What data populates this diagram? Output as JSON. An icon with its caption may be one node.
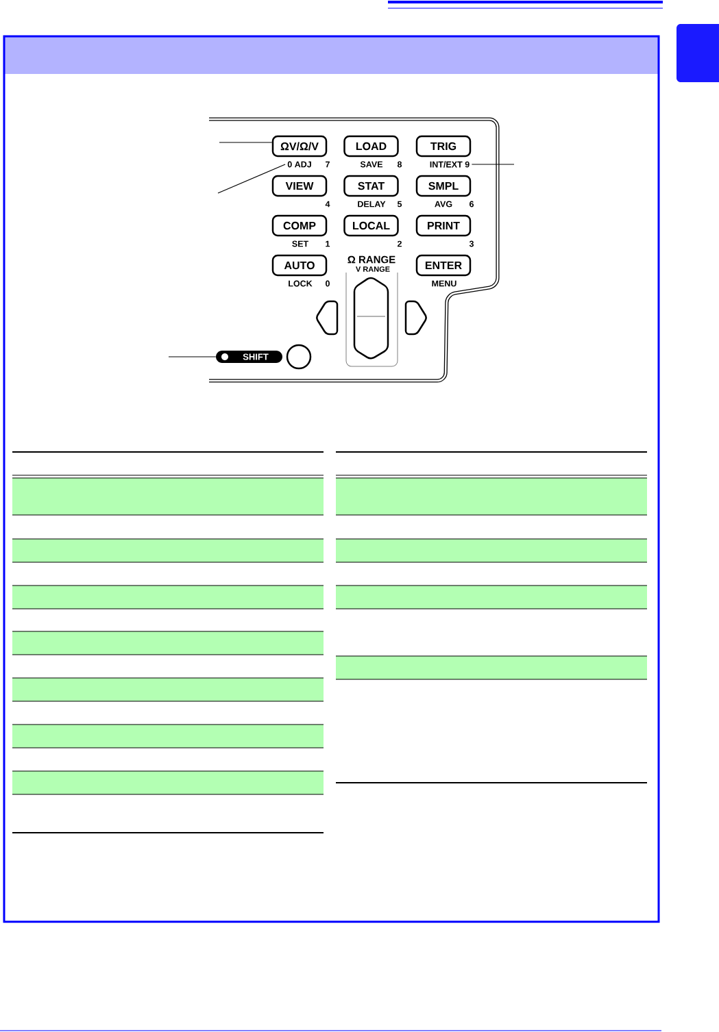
{
  "diagram": {
    "nodes": [
      {
        "text": [
          "ΩV/Ω/V"
        ]
      },
      {
        "text": [
          "LOAD"
        ]
      },
      {
        "text": [
          "TRIG"
        ]
      },
      {
        "text": [
          "VIEW"
        ]
      },
      {
        "text": [
          "STAT"
        ]
      },
      {
        "text": [
          "SMPL"
        ]
      },
      {
        "text": [
          "COMP"
        ]
      },
      {
        "text": [
          "LOCAL"
        ]
      },
      {
        "text": [
          "PRINT"
        ]
      },
      {
        "text": [
          "AUTO"
        ]
      },
      {
        "text": [
          "ENTER"
        ]
      },
      {
        "text": [
          "SHIFT"
        ]
      },
      {
        "text": [
          "0 ADJ"
        ]
      },
      {
        "text": [
          "INT/EXT 9"
        ]
      },
      {
        "text": [],
        "shape": "box"
      }
    ],
    "edges": [
      {
        "from": null,
        "to": 0,
        "arrow": "none"
      },
      {
        "from": null,
        "to": 12,
        "arrow": "none"
      },
      {
        "from": null,
        "to": 13,
        "arrow": "none"
      },
      {
        "from": null,
        "to": 11,
        "arrow": "none"
      }
    ],
    "labels": [
      "7",
      "SAVE",
      "8",
      "4",
      "DELAY",
      "5",
      "AVG",
      "6",
      "SET",
      "1",
      "2",
      "3",
      "Ω RANGE",
      "V RANGE",
      "LOCK",
      "0",
      "MENU"
    ]
  }
}
